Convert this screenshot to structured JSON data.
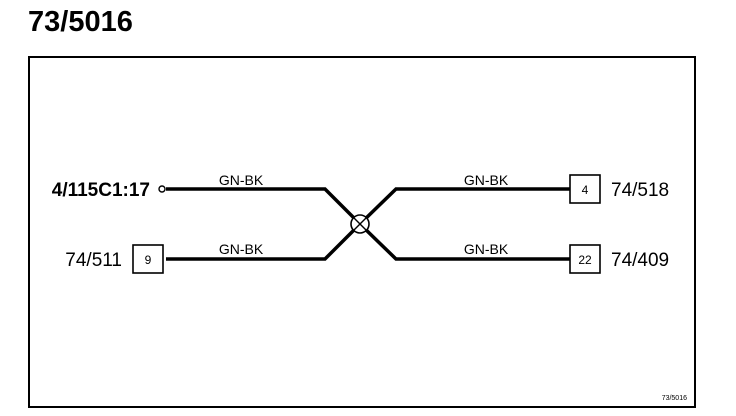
{
  "title": "73/5016",
  "reference": "73/5016",
  "splice": {
    "icon": "splice-crossed-circle-icon"
  },
  "wires": [
    {
      "id": "left-top",
      "color_code": "GN-BK"
    },
    {
      "id": "left-bottom",
      "color_code": "GN-BK"
    },
    {
      "id": "right-top",
      "color_code": "GN-BK"
    },
    {
      "id": "right-bottom",
      "color_code": "GN-BK"
    }
  ],
  "endpoints": {
    "left_top": {
      "label": "4/115C1:17",
      "terminal": "ring-terminal-icon"
    },
    "left_bottom": {
      "label": "74/511",
      "pin": "9"
    },
    "right_top": {
      "label": "74/518",
      "pin": "4"
    },
    "right_bottom": {
      "label": "74/409",
      "pin": "22"
    }
  },
  "colors": {
    "line": "#000000",
    "background": "#ffffff"
  }
}
